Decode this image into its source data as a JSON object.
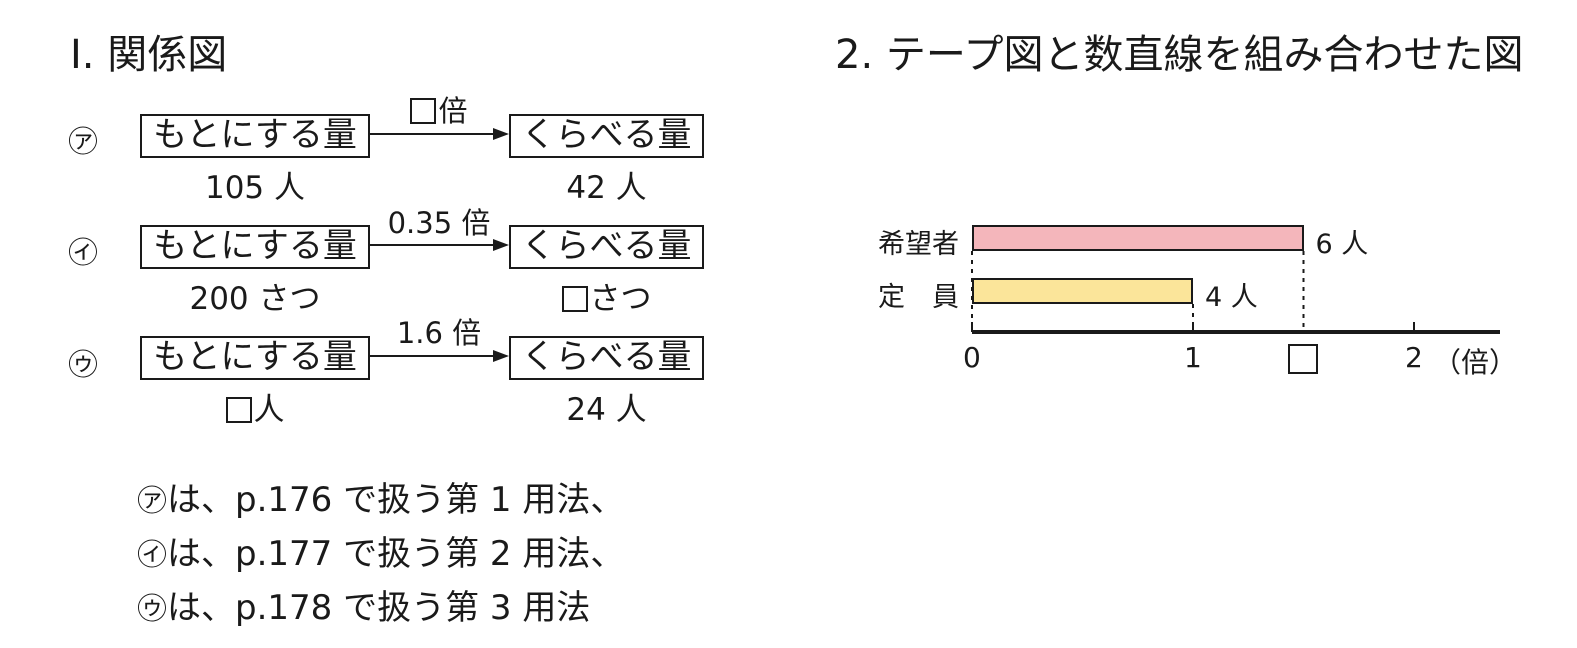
{
  "section1": {
    "title": "Ⅰ. 関係図",
    "rows": [
      {
        "mark": "㋐",
        "left_box": "もとにする量",
        "right_box": "くらべる量",
        "operator_blank": true,
        "operator_text": "倍",
        "left_blank": false,
        "left_value": "105 人",
        "right_blank": false,
        "right_value": "42 人"
      },
      {
        "mark": "㋑",
        "left_box": "もとにする量",
        "right_box": "くらべる量",
        "operator_blank": false,
        "operator_text": "0.35 倍",
        "left_blank": false,
        "left_value": "200 さつ",
        "right_blank": true,
        "right_value": "さつ"
      },
      {
        "mark": "㋒",
        "left_box": "もとにする量",
        "right_box": "くらべる量",
        "operator_blank": false,
        "operator_text": "1.6 倍",
        "left_blank": true,
        "left_value": "人",
        "right_blank": false,
        "right_value": "24 人"
      }
    ],
    "notes": [
      {
        "mark": "㋐",
        "text": "は、p.176 で扱う第 1 用法、"
      },
      {
        "mark": "㋑",
        "text": "は、p.177 で扱う第 2 用法、"
      },
      {
        "mark": "㋒",
        "text": "は、p.178 で扱う第 3 用法"
      }
    ]
  },
  "section2": {
    "title": "2. テープ図と数直線を組み合わせた図",
    "tapes": [
      {
        "label": "希望者",
        "value_label": "6 人",
        "ratio": 1.5,
        "color": "#f4b6bb"
      },
      {
        "label": "定　員",
        "value_label": "4 人",
        "ratio": 1.0,
        "color": "#fbe59a"
      }
    ],
    "axis": {
      "ticks": [
        {
          "value": 0,
          "label": "0"
        },
        {
          "value": 1,
          "label": "1"
        },
        {
          "value": 2,
          "label": "2"
        }
      ],
      "blank_value": 1.5,
      "unit": "（倍）"
    }
  }
}
